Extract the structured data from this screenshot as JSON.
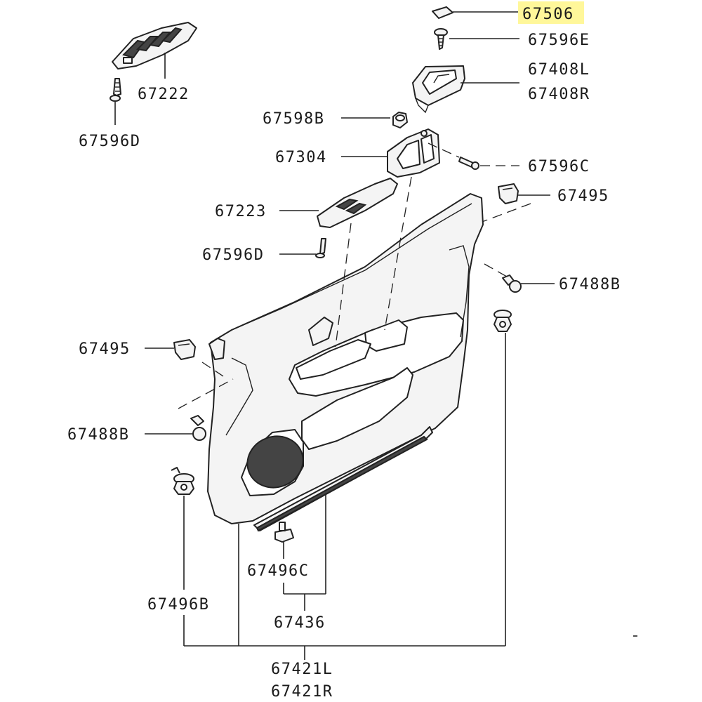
{
  "labels": {
    "l67506": "67506",
    "l67596E": "67596E",
    "l67408L": "67408L",
    "l67408R": "67408R",
    "l67222": "67222",
    "l67596D_top": "67596D",
    "l67598B": "67598B",
    "l67304": "67304",
    "l67596C": "67596C",
    "l67495_right": "67495",
    "l67223": "67223",
    "l67596D_mid": "67596D",
    "l67488B_right": "67488B",
    "l67495_left": "67495",
    "l67488B_left": "67488B",
    "l67496C": "67496C",
    "l67496B": "67496B",
    "l67436": "67436",
    "l67421L": "67421L",
    "l67421R": "67421R"
  },
  "highlight_color": "#fff79a"
}
